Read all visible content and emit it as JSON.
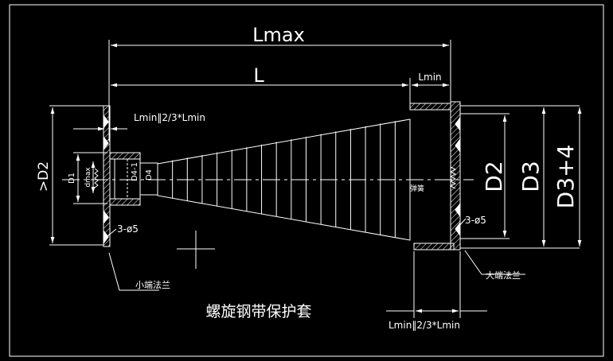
{
  "title": "螺旋钢带保护套",
  "dimensions": {
    "lmax": "Lmax",
    "l": "L",
    "lmin": "Lmin",
    "lmin_top": "Lmin‖2/3*Lmin",
    "lmin_bottom": "Lmin‖2/3*Lmin",
    "d2_left": ">D2",
    "d1": "D1",
    "dmax": "dmax",
    "d4_1": "D4-1",
    "d4": "D4",
    "d2_right": "D2",
    "d3": "D3",
    "d3_plus_4": "D3+4",
    "holes_left": "3-ø5",
    "holes_right": "3-ø5"
  },
  "callouts": {
    "small_flange": "小端法兰",
    "large_flange": "大端法兰",
    "spring": "弹簧"
  },
  "colors": {
    "background": "#000000",
    "lines": "#ffffff",
    "center_line": "#ffffff"
  }
}
